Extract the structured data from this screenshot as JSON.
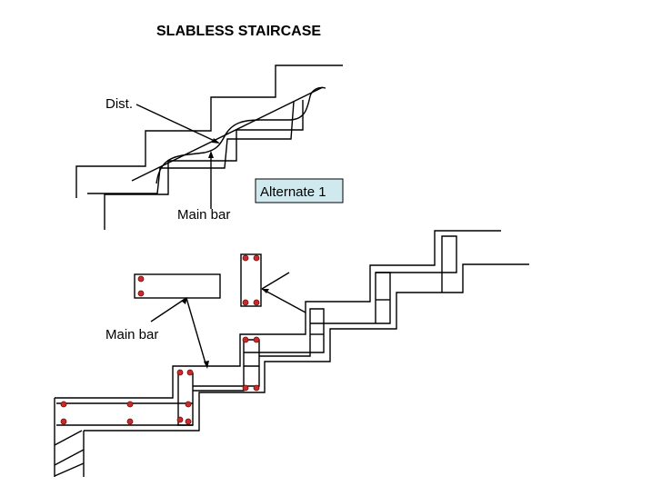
{
  "title": "SLABLESS STAIRCASE",
  "labels": {
    "dist": "Dist.",
    "main_bar_upper": "Main bar",
    "main_bar_lower": "Main bar",
    "alternate": "Alternate 1"
  },
  "colors": {
    "line": "#000000",
    "rebar": "#cc2a2a",
    "alternate_bg": "#cfe9ee"
  }
}
